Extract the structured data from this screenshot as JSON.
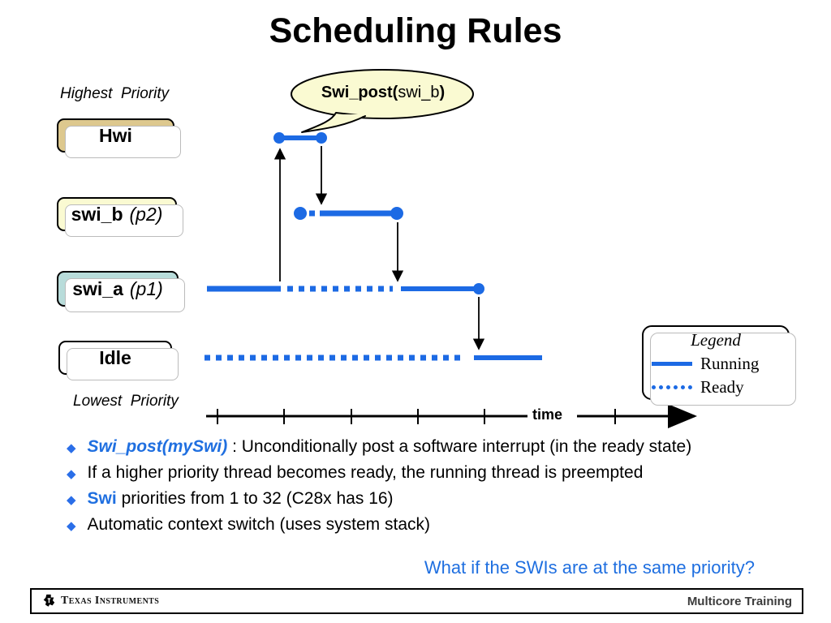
{
  "slide": {
    "title": "Scheduling Rules",
    "priority_labels": {
      "highest": "Highest  Priority",
      "lowest": "Lowest  Priority"
    },
    "callout": {
      "bold_open": "Swi_post(",
      "arg": "swi_b",
      "bold_close": ")"
    },
    "threads": [
      {
        "name": "Hwi",
        "qualifier": "",
        "fill": "#ddc88e"
      },
      {
        "name": "swi_b",
        "qualifier": "(p2)",
        "fill": "#fafad2"
      },
      {
        "name": "swi_a",
        "qualifier": "(p1)",
        "fill": "#b8dcda"
      },
      {
        "name": "Idle",
        "qualifier": "",
        "fill": "#ffffff"
      }
    ],
    "axis": {
      "label": "time"
    },
    "legend": {
      "title": "Legend",
      "running": "Running",
      "ready": "Ready"
    },
    "bullets": [
      {
        "lead": "Swi_post(mySwi)",
        "lead_style": "blue-bold-italic",
        "text": " : Unconditionally post a software interrupt (in the ready state)"
      },
      {
        "lead": "",
        "lead_style": "",
        "text": "If a higher priority thread becomes ready, the running thread is preempted"
      },
      {
        "lead": "Swi",
        "lead_style": "blue-bold",
        "text": " priorities from 1 to 32 (C28x has 16)"
      },
      {
        "lead": "",
        "lead_style": "",
        "text": "Automatic context switch (uses system stack)"
      }
    ],
    "question": "What if the SWIs are at the same priority?",
    "footer": {
      "brand": "Texas Instruments",
      "program": "Multicore Training"
    },
    "colors": {
      "line_blue": "#1c6ae4",
      "text_blue": "#1f6fe0",
      "bullet_blue": "#2a6ee8",
      "hwi_fill": "#ddc88e",
      "swib_fill": "#fafad2",
      "swia_fill": "#b8dcda",
      "callout_fill": "#fafad2"
    },
    "timeline_states": {
      "Hwi": [
        "running"
      ],
      "swi_b": [
        "ready",
        "running"
      ],
      "swi_a": [
        "running",
        "ready",
        "running"
      ],
      "Idle": [
        "ready",
        "running"
      ]
    }
  }
}
